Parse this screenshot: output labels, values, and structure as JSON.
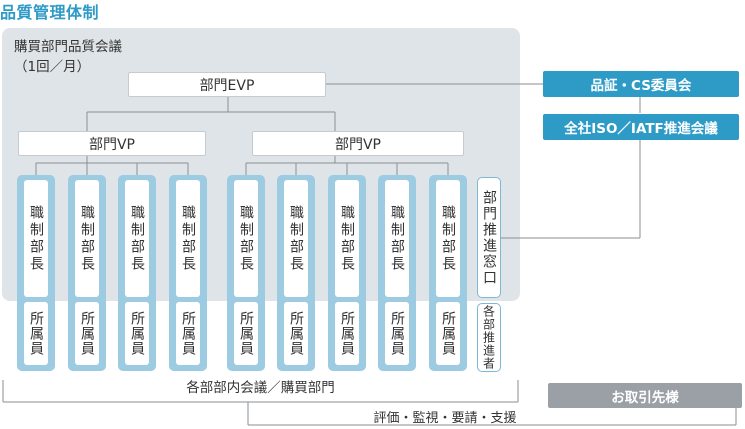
{
  "title": "品質管理体制",
  "meeting": {
    "name": "購買部門品質会議",
    "frequency": "（1回／月）"
  },
  "evp": "部門EVP",
  "vp_left": "部門VP",
  "vp_right": "部門VP",
  "manager_label": "職制部長",
  "member_label": "所属員",
  "promotion_window": "部門推進窓口",
  "promoter": "各部推進者",
  "dept_meeting": "各部部内会議／購買部門",
  "quality_cs": "品証・CS委員会",
  "iso_meeting": "全社ISO／IATF推進会議",
  "suppliers": "お取引先様",
  "support": "評価・監視・要請・支援",
  "colors": {
    "accent": "#2e9bc7",
    "column": "#9ccbe2",
    "panel": "#dfe4e8",
    "supplier": "#9aa0a5"
  }
}
